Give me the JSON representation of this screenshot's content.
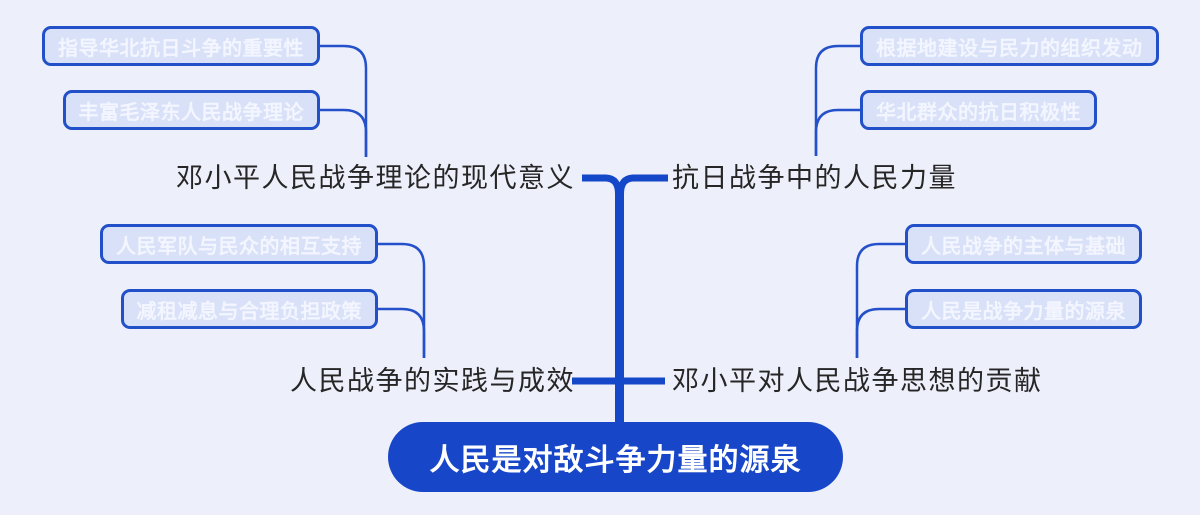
{
  "colors": {
    "background": "#edeffa",
    "trunk_blue": "#1547c9",
    "connector_blue": "#2451c9",
    "leaf_fill": "#d9e1f8",
    "leaf_border": "#2150c8",
    "leaf_text": "#f4f6ff",
    "branch_text": "#262626",
    "root_fill": "#1746c8",
    "root_text": "#ffffff"
  },
  "root": {
    "label": "人民是对敌斗争力量的源泉"
  },
  "branches": [
    {
      "position": "top-left",
      "label": "邓小平人民战争理论的现代意义",
      "children": [
        "指导华北抗日斗争的重要性",
        "丰富毛泽东人民战争理论"
      ]
    },
    {
      "position": "top-right",
      "label": "抗日战争中的人民力量",
      "children": [
        "根据地建设与民力的组织发动",
        "华北群众的抗日积极性"
      ]
    },
    {
      "position": "bottom-left",
      "label": "人民战争的实践与成效",
      "children": [
        "人民军队与民众的相互支持",
        "减租减息与合理负担政策"
      ]
    },
    {
      "position": "bottom-right",
      "label": "邓小平对人民战争思想的贡献",
      "children": [
        "人民战争的主体与基础",
        "人民是战争力量的源泉"
      ]
    }
  ]
}
